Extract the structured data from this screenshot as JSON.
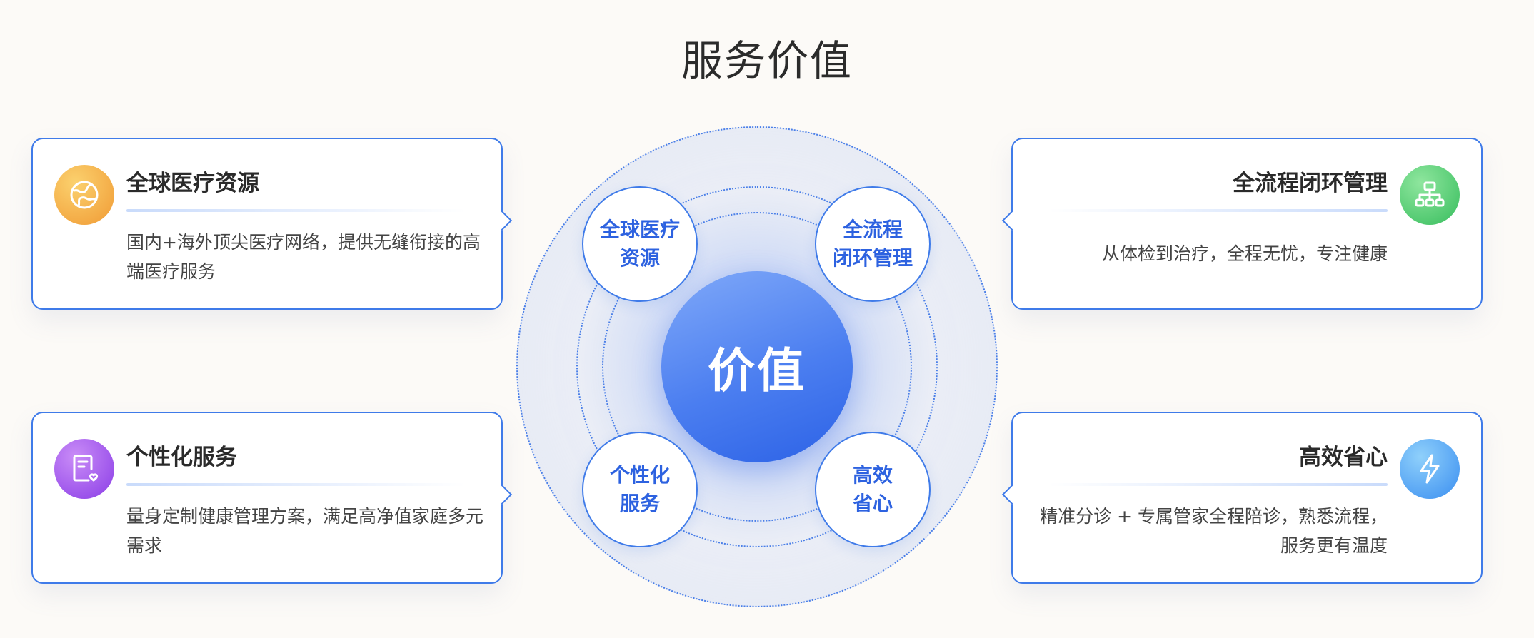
{
  "title": "服务价值",
  "center_label": "价值",
  "nodes": [
    {
      "line1": "全球医疗",
      "line2": "资源"
    },
    {
      "line1": "全流程",
      "line2": "闭环管理"
    },
    {
      "line1": "个性化",
      "line2": "服务"
    },
    {
      "line1": "高效",
      "line2": "省心"
    }
  ],
  "cards": [
    {
      "title": "全球医疗资源",
      "desc": "国内+海外顶尖医疗网络，提供无缝衔接的高端医疗服务",
      "icon": "globe-icon",
      "color": "#f2a33a"
    },
    {
      "title": "全流程闭环管理",
      "desc": "从体检到治疗，全程无忧，专注健康",
      "icon": "hierarchy-icon",
      "color": "#3fc36a"
    },
    {
      "title": "个性化服务",
      "desc": "量身定制健康管理方案，满足高净值家庭多元需求",
      "icon": "document-heart-icon",
      "color": "#9b4ee8"
    },
    {
      "title": "高效省心",
      "desc": "精准分诊 + 专属管家全程陪诊，熟悉流程，服务更有温度",
      "icon": "lightning-icon",
      "color": "#3f9bf0"
    }
  ]
}
